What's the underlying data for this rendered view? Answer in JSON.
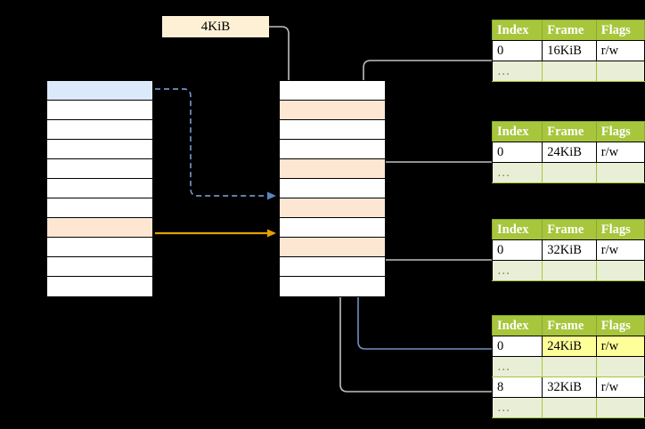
{
  "diagram": {
    "title_label": "4KiB",
    "background_color": "#000000",
    "accent_green": "#a7c63c",
    "highlight_yellow": "#ffff99",
    "peach": "#fde6d2",
    "blue": "#dce9fb"
  },
  "virtual_column": {
    "name": "virtual-address-space",
    "row_count": 11,
    "rows": [
      {
        "fill": "blue"
      },
      {
        "fill": "white"
      },
      {
        "fill": "white"
      },
      {
        "fill": "white"
      },
      {
        "fill": "white"
      },
      {
        "fill": "white"
      },
      {
        "fill": "white"
      },
      {
        "fill": "peach"
      },
      {
        "fill": "white"
      },
      {
        "fill": "white"
      },
      {
        "fill": "white"
      }
    ]
  },
  "physical_column": {
    "name": "physical-address-space",
    "row_count": 11,
    "rows": [
      {
        "fill": "white"
      },
      {
        "fill": "peach"
      },
      {
        "fill": "white"
      },
      {
        "fill": "white"
      },
      {
        "fill": "peach"
      },
      {
        "fill": "white"
      },
      {
        "fill": "peach"
      },
      {
        "fill": "white"
      },
      {
        "fill": "peach"
      },
      {
        "fill": "white"
      },
      {
        "fill": "white"
      },
      {
        "fill": "white"
      }
    ]
  },
  "page_tables": [
    {
      "id": "page-table-1",
      "headers": [
        "Index",
        "Frame",
        "Flags"
      ],
      "rows": [
        {
          "cells": [
            "0",
            "16KiB",
            "r/w"
          ],
          "style": "normal",
          "highlight": []
        },
        {
          "cells": [
            "…",
            "",
            ""
          ],
          "style": "alt",
          "highlight": []
        }
      ]
    },
    {
      "id": "page-table-2",
      "headers": [
        "Index",
        "Frame",
        "Flags"
      ],
      "rows": [
        {
          "cells": [
            "0",
            "24KiB",
            "r/w"
          ],
          "style": "normal",
          "highlight": []
        },
        {
          "cells": [
            "…",
            "",
            ""
          ],
          "style": "alt",
          "highlight": []
        }
      ]
    },
    {
      "id": "page-table-3",
      "headers": [
        "Index",
        "Frame",
        "Flags"
      ],
      "rows": [
        {
          "cells": [
            "0",
            "32KiB",
            "r/w"
          ],
          "style": "normal",
          "highlight": []
        },
        {
          "cells": [
            "…",
            "",
            ""
          ],
          "style": "alt",
          "highlight": []
        }
      ]
    },
    {
      "id": "page-table-4",
      "headers": [
        "Index",
        "Frame",
        "Flags"
      ],
      "rows": [
        {
          "cells": [
            "0",
            "24KiB",
            "r/w"
          ],
          "style": "normal",
          "highlight": [
            1,
            2
          ]
        },
        {
          "cells": [
            "…",
            "",
            ""
          ],
          "style": "alt",
          "highlight": []
        },
        {
          "cells": [
            "8",
            "32KiB",
            "r/w"
          ],
          "style": "normal",
          "highlight": []
        },
        {
          "cells": [
            "…",
            "",
            ""
          ],
          "style": "alt",
          "highlight": []
        }
      ]
    }
  ]
}
